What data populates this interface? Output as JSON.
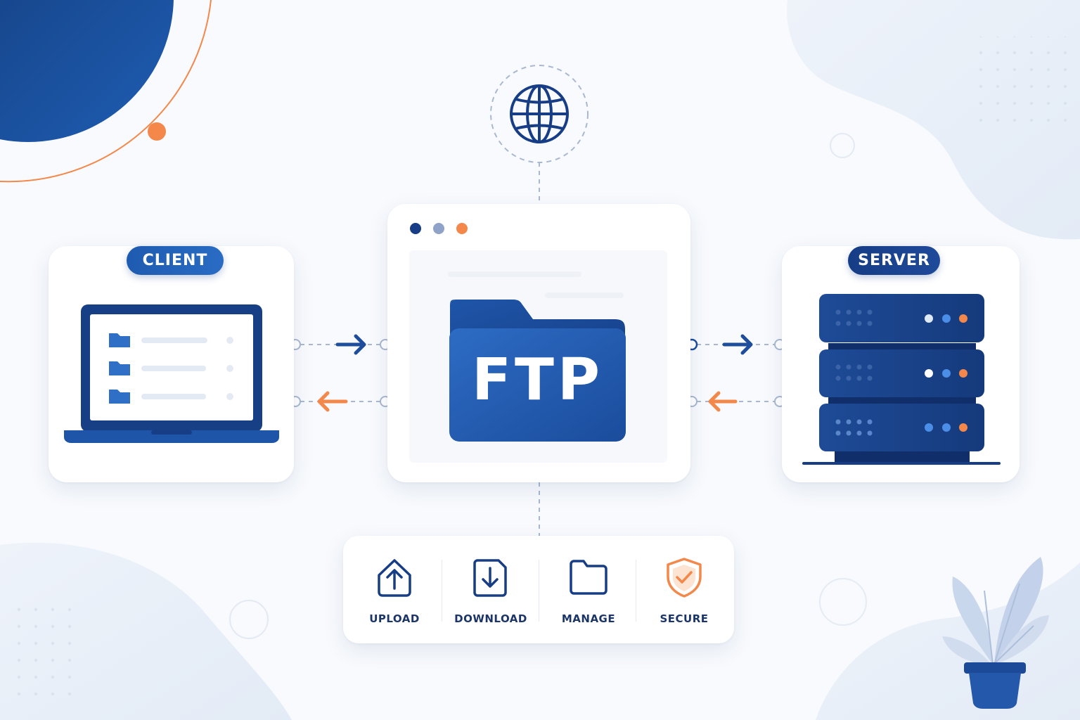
{
  "diagram": {
    "client": {
      "label": "CLIENT"
    },
    "server": {
      "label": "SERVER"
    },
    "center": {
      "label": "FTP"
    },
    "actions": [
      {
        "label": "UPLOAD",
        "icon": "upload-icon"
      },
      {
        "label": "DOWNLOAD",
        "icon": "download-icon"
      },
      {
        "label": "MANAGE",
        "icon": "folder-icon"
      },
      {
        "label": "SECURE",
        "icon": "shield-check-icon"
      }
    ]
  },
  "colors": {
    "navy": "#163d85",
    "blue": "#1e5bb0",
    "orange": "#f3884a",
    "light_blue": "#e6edf8"
  }
}
